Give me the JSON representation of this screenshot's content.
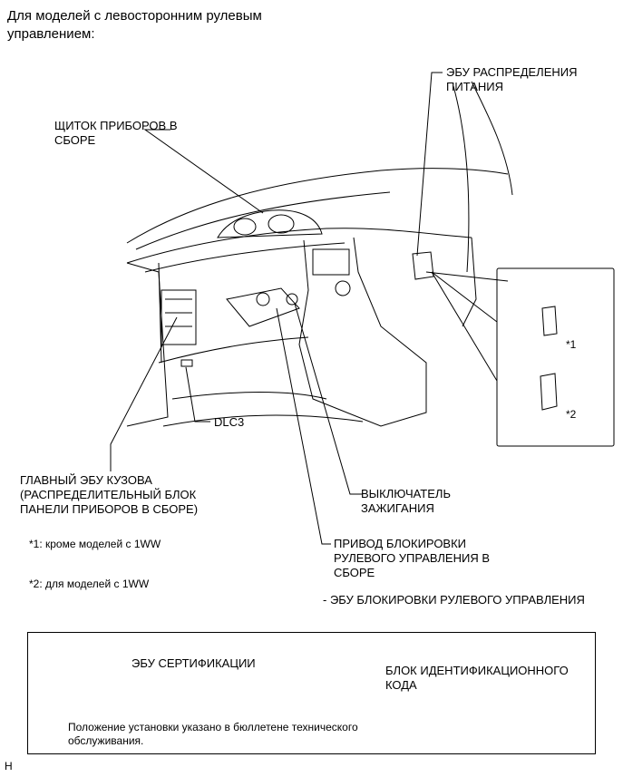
{
  "heading": "Для моделей с левосторонним рулевым\nуправлением:",
  "labels": {
    "power_ecu": "ЭБУ РАСПРЕДЕЛЕНИЯ\nПИТАНИЯ",
    "meter": "ЩИТОК ПРИБОРОВ В\nСБОРЕ",
    "dlc3": "DLC3",
    "main_body_ecu": "ГЛАВНЫЙ ЭБУ КУЗОВА\n(РАСПРЕДЕЛИТЕЛЬНЫЙ БЛОК\nПАНЕЛИ ПРИБОРОВ В СБОРЕ)",
    "ignition_switch": "ВЫКЛЮЧАТЕЛЬ\nЗАЖИГАНИЯ",
    "steering_lock": "ПРИВОД БЛОКИРОВКИ\nРУЛЕВОГО УПРАВЛЕНИЯ В\nСБОРЕ",
    "steering_lock_ecu": "- ЭБУ БЛОКИРОВКИ РУЛЕВОГО УПРАВЛЕНИЯ"
  },
  "inset": {
    "mark1": "*1",
    "mark2": "*2"
  },
  "notes": {
    "note1": "*1: кроме моделей с 1WW",
    "note2": "*2: для моделей с 1WW"
  },
  "legend": {
    "cert_ecu": "ЭБУ СЕРТИФИКАЦИИ",
    "id_code_box": "БЛОК ИДЕНТИФИКАЦИОННОГО\nКОДА",
    "note": "Положение установки указано в бюллетене технического\nобслуживания."
  },
  "footer": "H"
}
